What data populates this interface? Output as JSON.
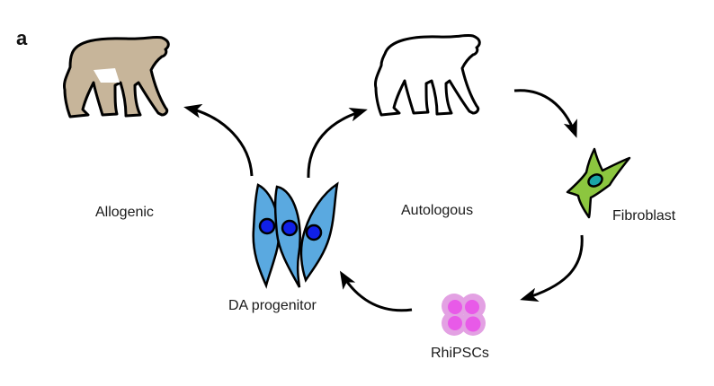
{
  "figure": {
    "panel_label": "a",
    "nodes": {
      "allogenic_monkey": {
        "label": "Allogenic",
        "icon": "macaque-silhouette-icon"
      },
      "autologous_monkey": {
        "label": "Autologous",
        "icon": "macaque-outline-icon"
      },
      "fibroblast": {
        "label": "Fibroblast",
        "icon": "fibroblast-cell-icon"
      },
      "ipsc": {
        "label": "RhiPSCs",
        "icon": "ipsc-colony-icon"
      },
      "da_progenitor": {
        "label": "DA progenitor",
        "icon": "da-progenitor-cells-icon"
      }
    },
    "edges": [
      {
        "from": "autologous_monkey",
        "to": "fibroblast"
      },
      {
        "from": "fibroblast",
        "to": "ipsc"
      },
      {
        "from": "ipsc",
        "to": "da_progenitor"
      },
      {
        "from": "da_progenitor",
        "to": "autologous_monkey"
      },
      {
        "from": "da_progenitor",
        "to": "allogenic_monkey"
      }
    ],
    "colors": {
      "monkey_fill": "#c7b59a",
      "cell_blue": "#5aa9e0",
      "nucleus_blue": "#1020e8",
      "fibroblast_green": "#8cc63f",
      "fibroblast_nucleus": "#1aa6a6",
      "ipsc_outer": "#e3a1e3",
      "ipsc_inner": "#e85ae8"
    }
  }
}
